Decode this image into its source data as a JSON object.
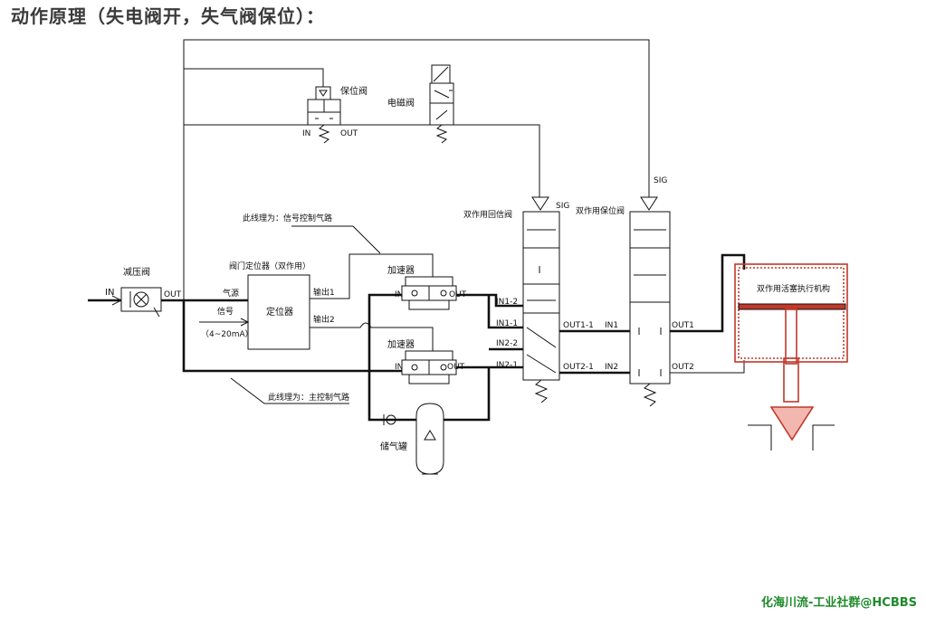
{
  "title": "动作原理（失电阀开，失气阀保位）：",
  "watermark": "化海川流-工业社群@HCBBS",
  "labels": {
    "reducing_valve": "减压阀",
    "in": "IN",
    "out": "OUT",
    "lock_valve": "保位阀",
    "solenoid_valve": "电磁阀",
    "signal_line_note": "此线理为：信号控制气路",
    "main_line_note": "此线理为：主控制气路",
    "positioner_title": "阀门定位器（双作用）",
    "positioner": "定位器",
    "air_source": "气源",
    "signal": "信号",
    "signal_range": "（4~20mA）",
    "output1": "输出1",
    "output2": "输出2",
    "booster": "加速器",
    "tank": "储气罐",
    "dual_pilot_valve": "双作用回信阀",
    "dual_lock_valve": "双作用保位阀",
    "sig": "SIG",
    "in1_2": "IN1-2",
    "in1_1": "IN1-1",
    "in2_2": "IN2-2",
    "in2_1": "IN2-1",
    "out1_1": "OUT1-1",
    "out2_1": "OUT2-1",
    "in1": "IN1",
    "in2": "IN2",
    "out1": "OUT1",
    "out2": "OUT2",
    "actuator": "双作用活塞执行机构"
  },
  "colors": {
    "line": "#111111",
    "actuator": "#c0392b",
    "watermark": "#1f8a2a"
  }
}
